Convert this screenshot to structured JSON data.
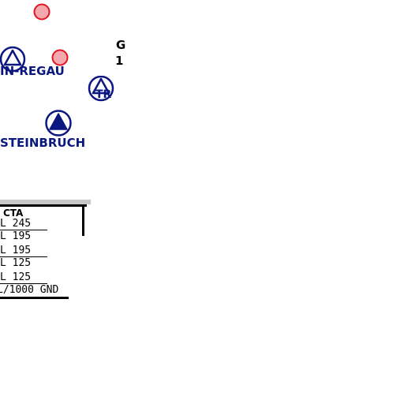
{
  "map": {
    "waypoints": [
      {
        "label": "IN-REGAU",
        "symbol": "triangle-open"
      },
      {
        "label": "STEINBRUCH",
        "symbol": "triangle-filled"
      }
    ],
    "tr_symbol_label": "TR",
    "side_text": {
      "line1": "G",
      "line2": "1"
    },
    "airspace_table": {
      "header": "CTA",
      "rows": [
        "L 245",
        "L 195",
        "L 195",
        "L 125",
        "L 125",
        "L/1000 GND"
      ]
    },
    "colors": {
      "symbol_blue": "#0b1780",
      "red_circle_fill": "#f4a7ad",
      "red_circle_stroke": "#e0151f"
    }
  }
}
